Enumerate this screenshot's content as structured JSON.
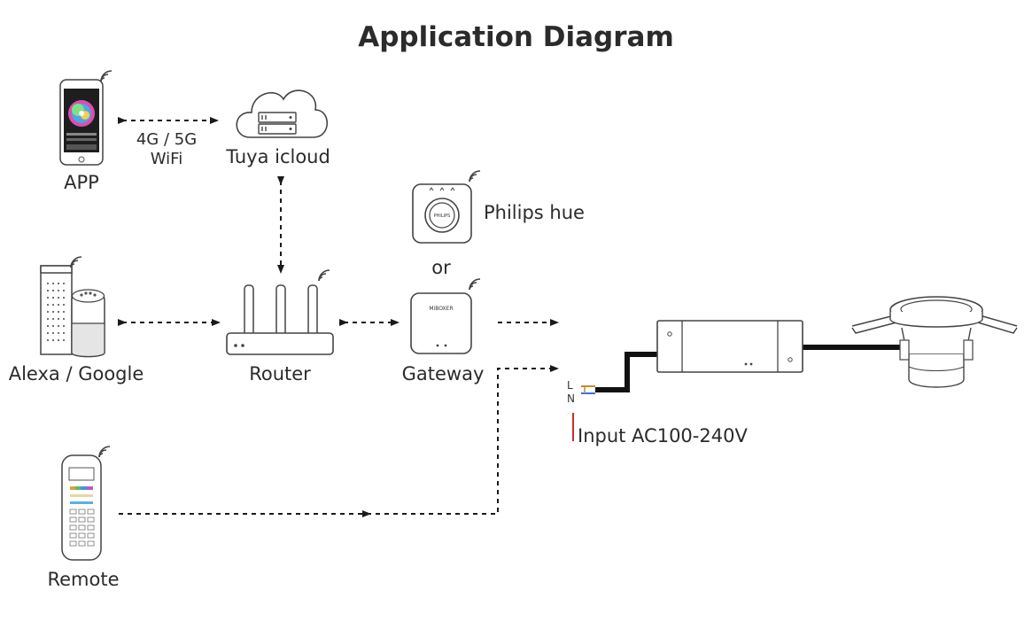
{
  "title": "Application Diagram",
  "labels": {
    "app": "APP",
    "network_line1": "4G / 5G",
    "network_line2": "WiFi",
    "cloud": "Tuya icloud",
    "philips": "Philips hue",
    "or": "or",
    "alexa": "Alexa / Google",
    "router": "Router",
    "gateway": "Gateway",
    "remote": "Remote",
    "input": "Input AC100-240V",
    "l": "L",
    "n": "N",
    "philips_logo": "PHILIPS",
    "gateway_logo": "MiBOXER"
  },
  "colors": {
    "line": "#1a1a1a",
    "device": "#444444",
    "input_red": "#d22b2b",
    "wire_blue": "#3a6fd8",
    "wire_brown": "#c98a2d"
  },
  "icons": [
    "phone-icon",
    "cloud-server-icon",
    "smart-speaker-icon",
    "router-icon",
    "philips-bridge-icon",
    "gateway-icon",
    "remote-icon",
    "driver-icon",
    "downlight-icon",
    "wifi-signal-icon"
  ]
}
